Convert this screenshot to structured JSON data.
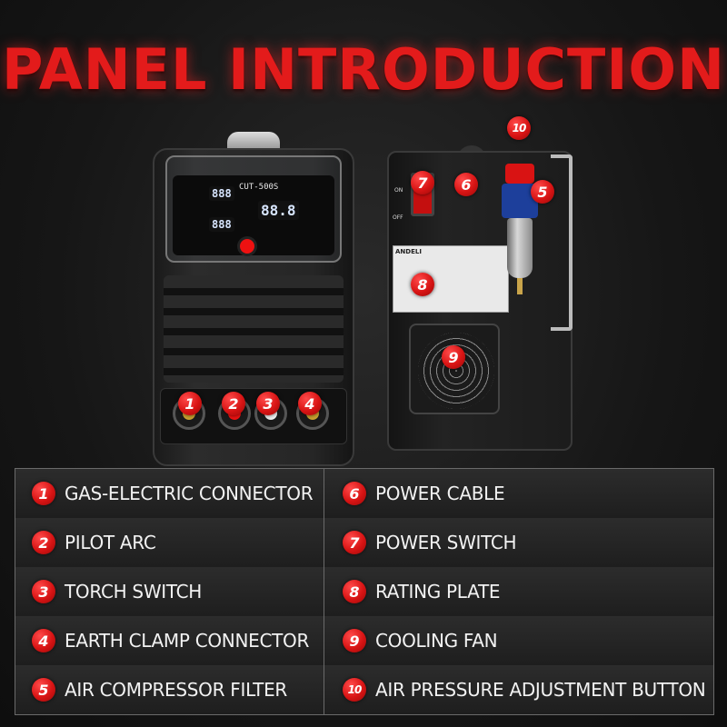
{
  "title": "PANEL INTRODUCTION",
  "front_machine": {
    "model": "CUT-500S",
    "display_a": "888",
    "display_b": "88.8",
    "display_c": "888",
    "callouts": [
      "1",
      "2",
      "3",
      "4"
    ]
  },
  "back_machine": {
    "switch_on": "ON",
    "switch_off": "OFF",
    "plate_brand": "ANDELI",
    "callouts": [
      "5",
      "6",
      "7",
      "8",
      "9",
      "10"
    ]
  },
  "components": [
    {
      "number": "1",
      "label": "GAS-ELECTRIC CONNECTOR"
    },
    {
      "number": "2",
      "label": "PILOT ARC"
    },
    {
      "number": "3",
      "label": "TORCH SWITCH"
    },
    {
      "number": "4",
      "label": "EARTH CLAMP CONNECTOR"
    },
    {
      "number": "5",
      "label": "AIR COMPRESSOR FILTER"
    },
    {
      "number": "6",
      "label": "POWER CABLE"
    },
    {
      "number": "7",
      "label": "POWER SWITCH"
    },
    {
      "number": "8",
      "label": "RATING PLATE"
    },
    {
      "number": "9",
      "label": "COOLING FAN"
    },
    {
      "number": "10",
      "label": "AIR PRESSURE ADJUSTMENT BUTTON"
    }
  ],
  "colors": {
    "accent": "#e31b1b",
    "badge": "#d81414",
    "text": "#f2f2f2"
  }
}
